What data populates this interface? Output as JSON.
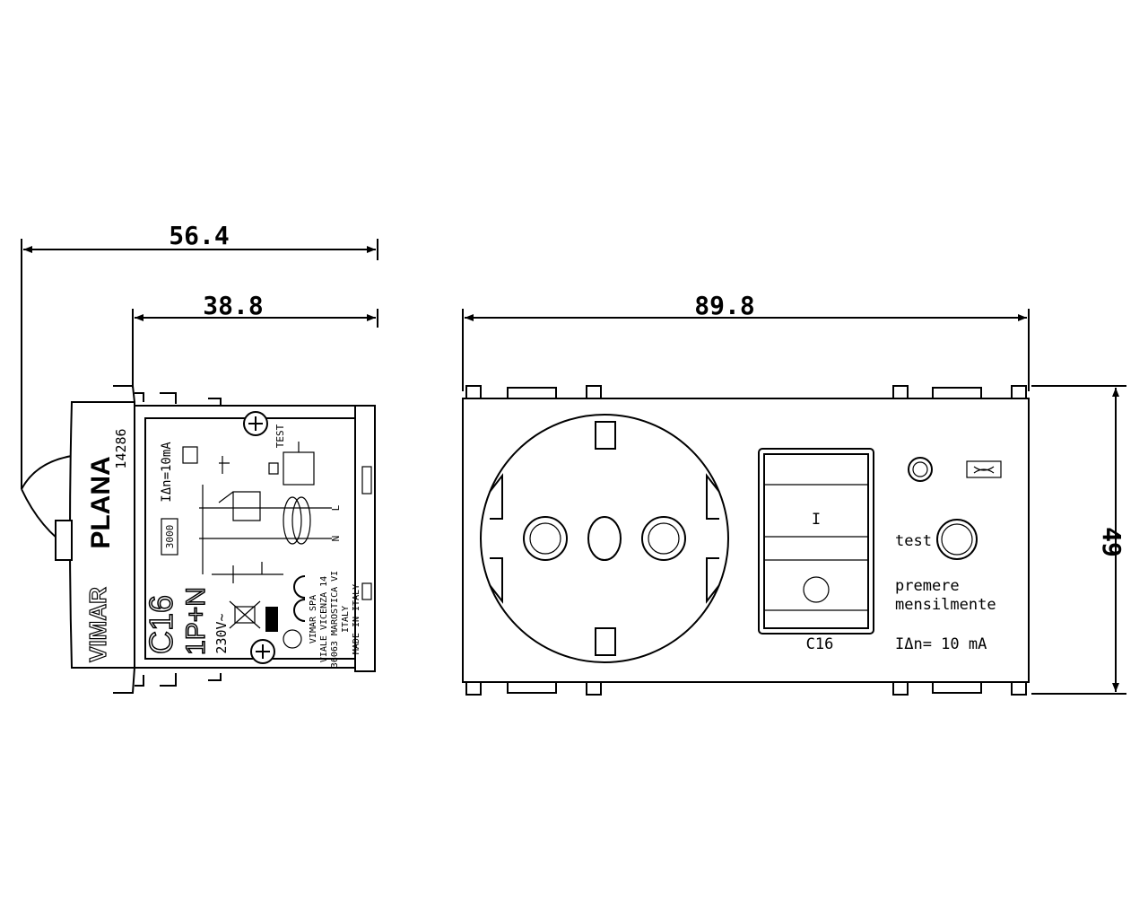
{
  "dimensions": {
    "side_total": "56.4",
    "side_body": "38.8",
    "front_width": "89.8",
    "front_height": "49"
  },
  "side_view": {
    "brand_top": "PLANA",
    "code": "14286",
    "brand_bottom": "VIMAR",
    "rating": "C16",
    "poles": "1P+N",
    "voltage": "230V~",
    "sensitivity": "IΔn=10mA",
    "breaking_capacity": "3000",
    "test_label": "TEST",
    "terminal_l": "L",
    "terminal_n": "N",
    "address": [
      "VIMAR SPA",
      "VIALE VICENZA 14",
      "36063 MAROSTICA VI",
      "ITALY",
      "MADE IN ITALY"
    ]
  },
  "front_view": {
    "test_label": "test",
    "instruction_line1": "premere",
    "instruction_line2": "mensilmente",
    "breaker_rating": "C16",
    "sensitivity": "IΔn= 10 mA",
    "switch_on_mark": "I"
  }
}
